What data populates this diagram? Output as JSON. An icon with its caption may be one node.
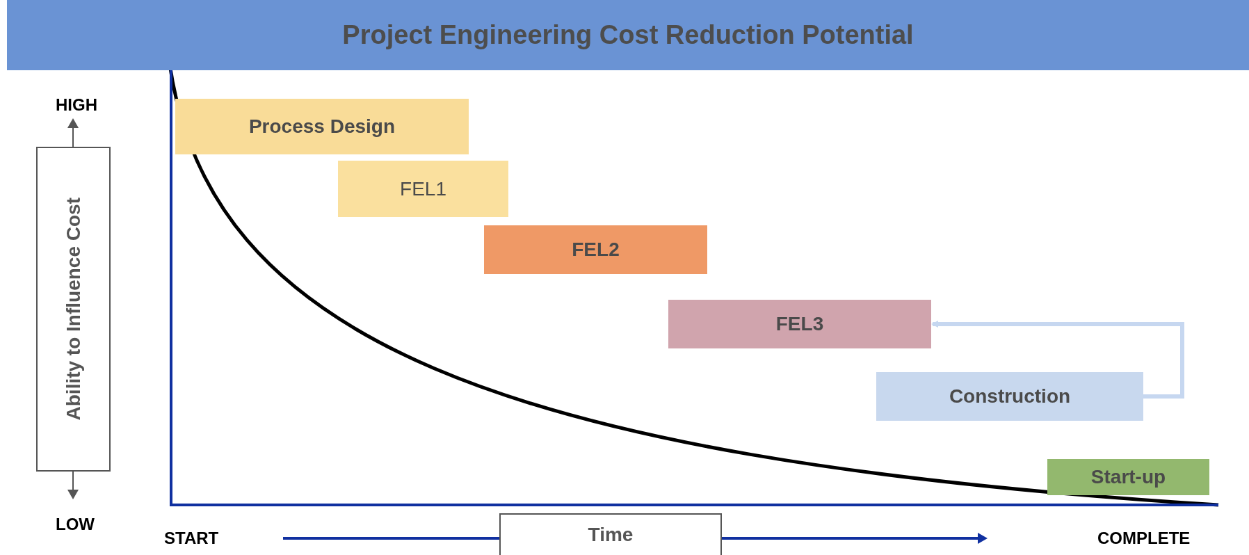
{
  "diagram": {
    "title": "Project Engineering Cost Reduction Potential",
    "nodes": [
      {
        "text": [
          "Process Design"
        ]
      },
      {
        "text": [
          "FEL1"
        ]
      },
      {
        "text": [
          "FEL2"
        ]
      },
      {
        "text": [
          "FEL3"
        ]
      },
      {
        "text": [
          "Construction"
        ]
      },
      {
        "text": [
          "Start-up"
        ]
      }
    ],
    "edges": [
      {
        "from": 4,
        "to": 3,
        "arrow": "to"
      }
    ],
    "labels": [
      "HIGH",
      "Ability to Influence Cost",
      "LOW",
      "START",
      "Time",
      "COMPLETE"
    ]
  }
}
